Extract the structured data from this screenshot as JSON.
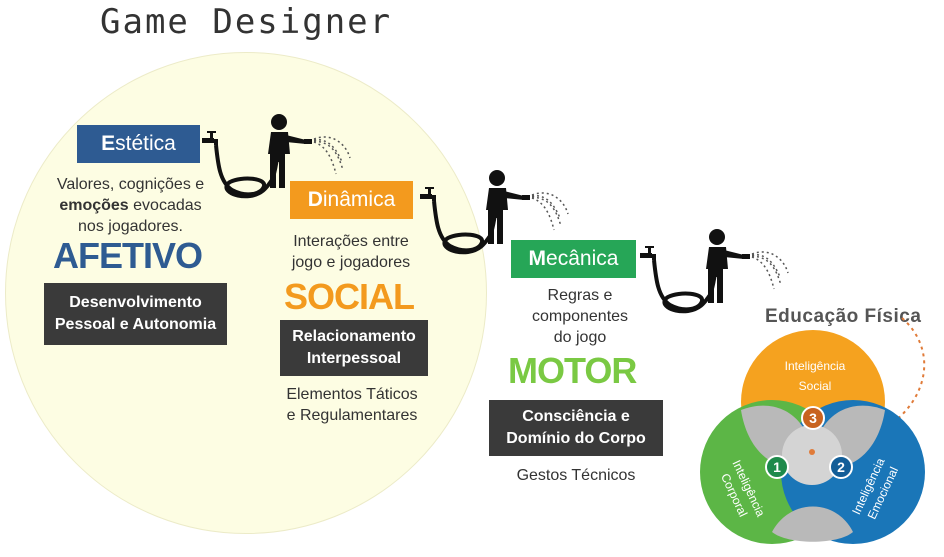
{
  "title": "Game Designer",
  "aesthetics": {
    "label_first": "E",
    "label_rest": "stética",
    "desc_lines": [
      "Valores, cognições e",
      "evocadas",
      "nos jogadores."
    ],
    "desc_bold": "emoções",
    "domain": "AFETIVO",
    "domain_box_lines": [
      "Desenvolvimento",
      "Pessoal e Autonomia"
    ],
    "color": "#2e5b92"
  },
  "dynamics": {
    "label_first": "D",
    "label_rest": "inâmica",
    "desc_lines": [
      "Interações entre",
      "jogo e jogadores"
    ],
    "domain": "SOCIAL",
    "domain_box_lines": [
      "Relacionamento",
      "Interpessoal"
    ],
    "sub_lines": [
      "Elementos Táticos",
      "e Regulamentares"
    ],
    "color": "#f39a1e"
  },
  "mechanics": {
    "label_first": "M",
    "label_rest": "ecânica",
    "desc_lines": [
      "Regras e",
      "componentes",
      "do jogo"
    ],
    "domain": "MOTOR",
    "domain_box_lines": [
      "Consciência e",
      "Domínio do Corpo"
    ],
    "sub_lines": [
      "Gestos Técnicos"
    ],
    "color": "#26a657",
    "domain_color": "#7ac943"
  },
  "educacao_fisica": {
    "title": "Educação Física",
    "circles": [
      {
        "lines": [
          "Inteligência",
          "Social"
        ],
        "number": "3",
        "color": "#f5a21f"
      },
      {
        "lines": [
          "Inteligência",
          "Corporal"
        ],
        "number": "1",
        "color": "#5cb646"
      },
      {
        "lines": [
          "Inteligência",
          "Emocional"
        ],
        "number": "2",
        "color": "#1a76b8"
      }
    ]
  },
  "icons": [
    "faucet-hose-person-icon",
    "water-spray-icon"
  ]
}
